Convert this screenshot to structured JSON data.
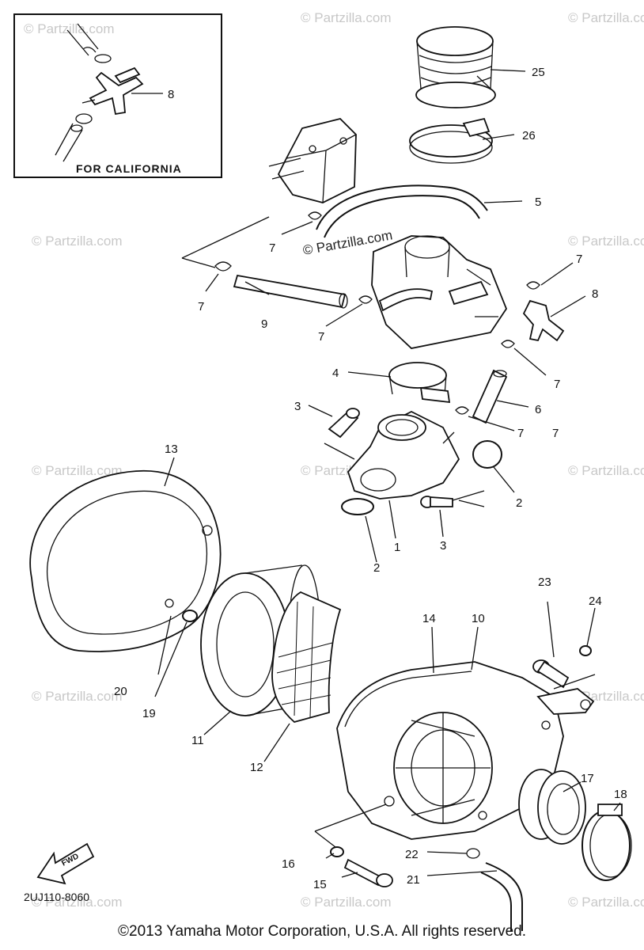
{
  "copyright": "©2013 Yamaha Motor Corporation, U.S.A. All rights reserved.",
  "diagram_code": "2UJ110-8060",
  "inset": {
    "title": "FOR CALIFORNIA",
    "part": "8"
  },
  "fwd_label": "FWD",
  "watermark": "© Partzilla.com",
  "callouts": [
    {
      "id": "25",
      "label": "25"
    },
    {
      "id": "26",
      "label": "26"
    },
    {
      "id": "5",
      "label": "5"
    },
    {
      "id": "7a",
      "label": "7"
    },
    {
      "id": "7b",
      "label": "7"
    },
    {
      "id": "7c",
      "label": "7"
    },
    {
      "id": "7d",
      "label": "7"
    },
    {
      "id": "7e",
      "label": "7"
    },
    {
      "id": "7f",
      "label": "7"
    },
    {
      "id": "9",
      "label": "9"
    },
    {
      "id": "8",
      "label": "8"
    },
    {
      "id": "4",
      "label": "4"
    },
    {
      "id": "3a",
      "label": "3"
    },
    {
      "id": "6",
      "label": "6"
    },
    {
      "id": "7g",
      "label": "7"
    },
    {
      "id": "2a",
      "label": "2"
    },
    {
      "id": "1",
      "label": "1"
    },
    {
      "id": "3b",
      "label": "3"
    },
    {
      "id": "2b",
      "label": "2"
    },
    {
      "id": "13",
      "label": "13"
    },
    {
      "id": "23",
      "label": "23"
    },
    {
      "id": "24",
      "label": "24"
    },
    {
      "id": "14",
      "label": "14"
    },
    {
      "id": "10",
      "label": "10"
    },
    {
      "id": "20",
      "label": "20"
    },
    {
      "id": "19",
      "label": "19"
    },
    {
      "id": "11",
      "label": "11"
    },
    {
      "id": "12",
      "label": "12"
    },
    {
      "id": "17",
      "label": "17"
    },
    {
      "id": "18",
      "label": "18"
    },
    {
      "id": "16",
      "label": "16"
    },
    {
      "id": "22",
      "label": "22"
    },
    {
      "id": "15",
      "label": "15"
    },
    {
      "id": "21",
      "label": "21"
    }
  ]
}
